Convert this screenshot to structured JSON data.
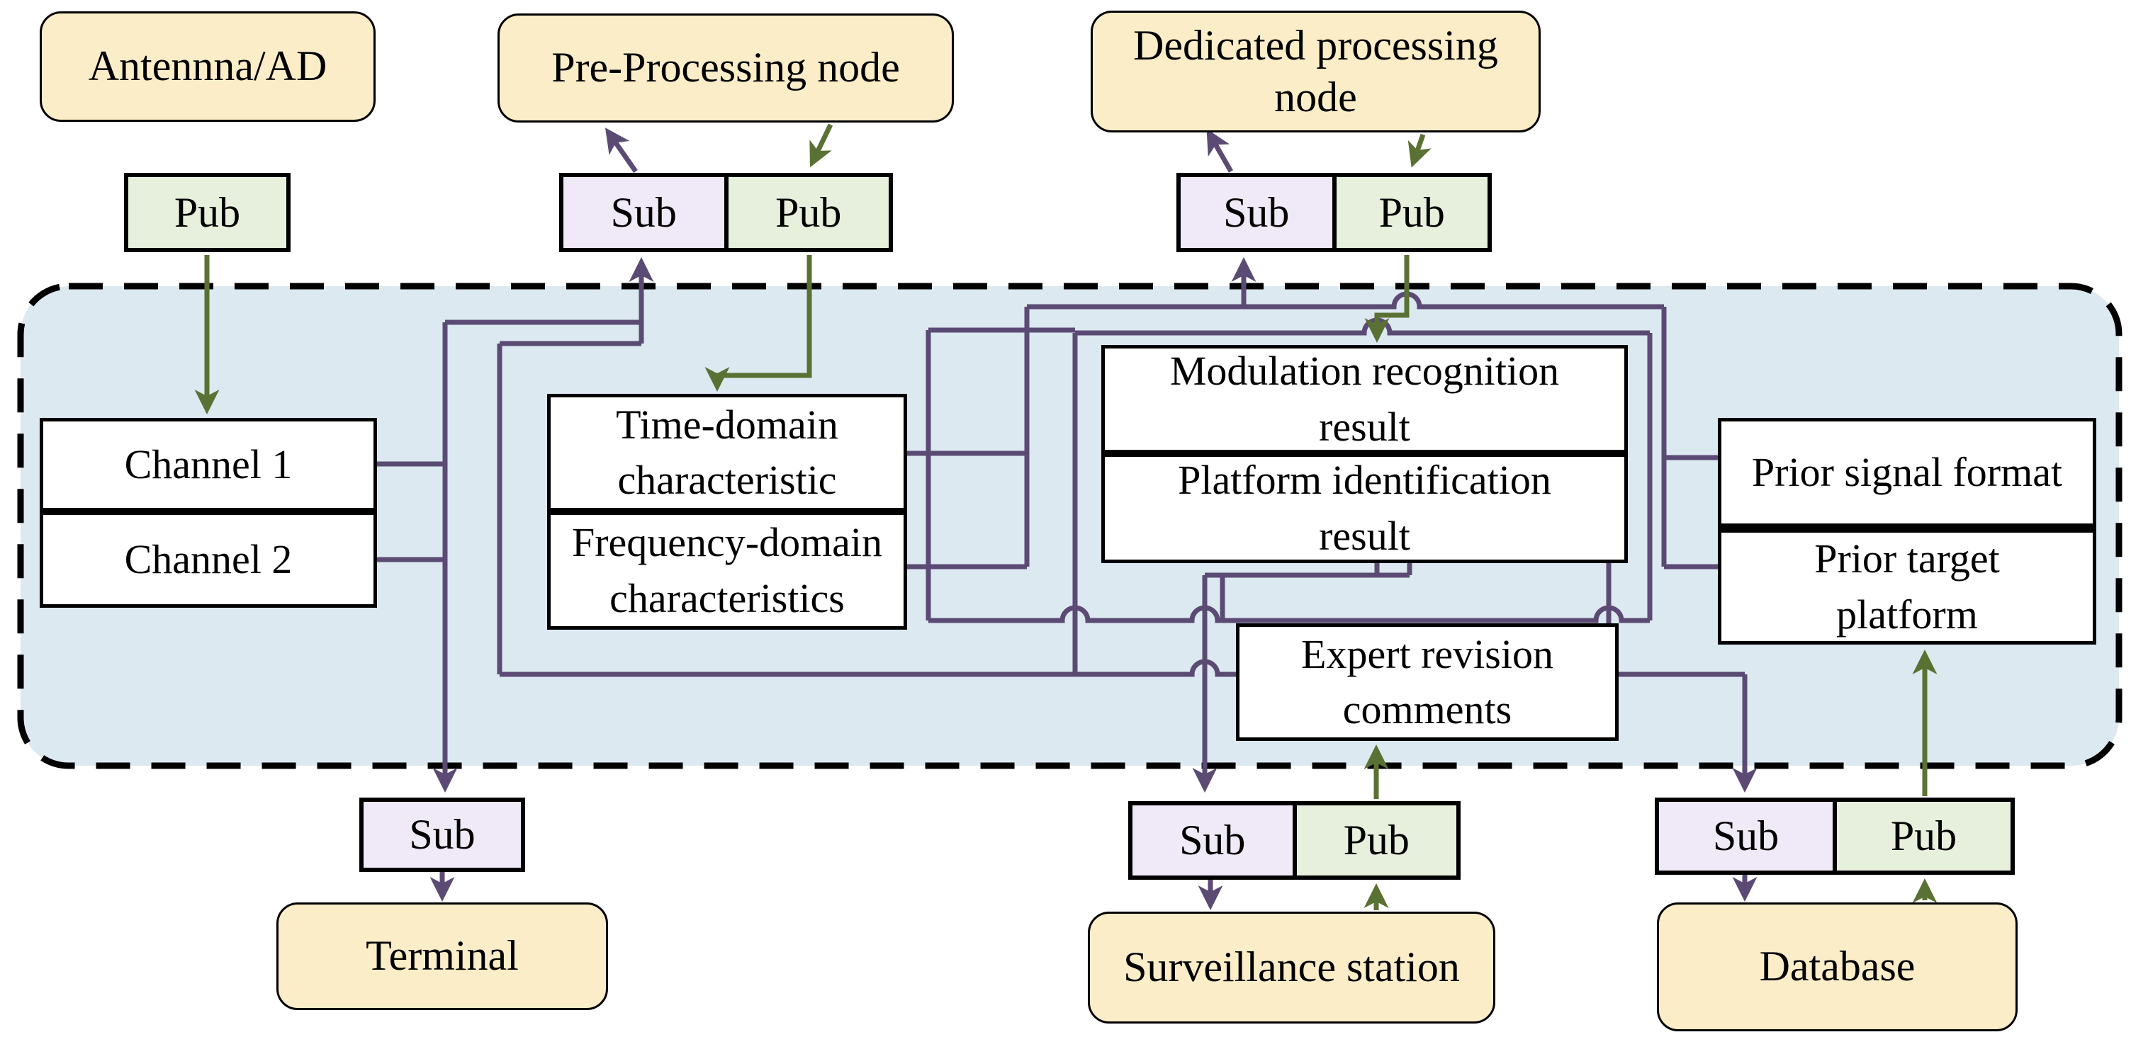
{
  "colors": {
    "purple_wire": "#5B4B74",
    "green_wire": "#5A7134",
    "bus_fill": "#DCE9F0",
    "node_fill": "#FBEDC8",
    "pub_fill": "#E7F0DC",
    "sub_fill": "#EFE9F8"
  },
  "ports": {
    "pub_label": "Pub",
    "sub_label": "Sub"
  },
  "nodes": {
    "antenna": {
      "label": "Antennna/AD"
    },
    "preprocessing": {
      "label": "Pre-Processing node"
    },
    "dedicated": {
      "label": "Dedicated processing node"
    },
    "terminal": {
      "label": "Terminal"
    },
    "surveillance": {
      "label": "Surveillance station"
    },
    "database": {
      "label": "Database"
    }
  },
  "topics": {
    "channel1": "Channel 1",
    "channel2": "Channel 2",
    "time_domain": "Time-domain characteristic",
    "frequency_domain": "Frequency-domain characteristics",
    "modulation": "Modulation recognition result",
    "platform": "Platform identification result",
    "prior_signal": "Prior signal format",
    "prior_target": "Prior target platform",
    "expert": "Expert revision comments"
  }
}
